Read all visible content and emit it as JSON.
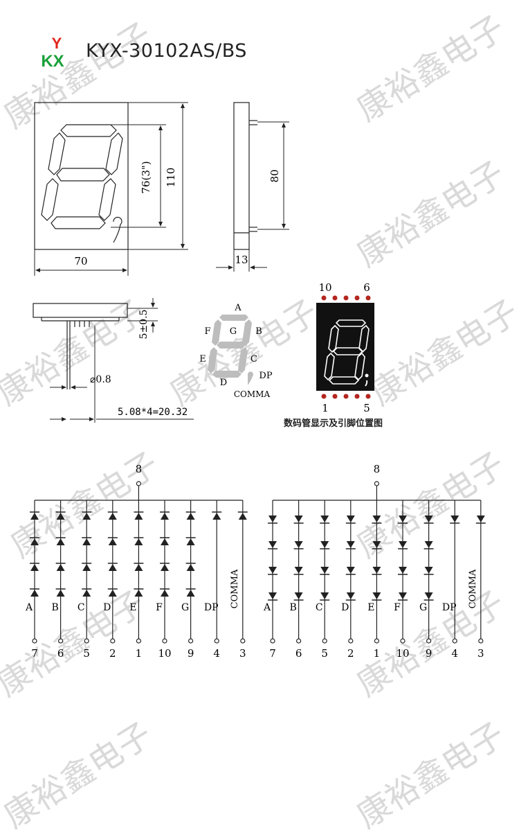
{
  "logo": {
    "top_letter": "Y",
    "bottom_letters": "KX",
    "colors": [
      "#e2261c",
      "#1aa03a",
      "#2f4cc8"
    ]
  },
  "title": "KYX-30102AS/BS",
  "watermark": "康裕鑫电子",
  "dimensions": {
    "width": "70",
    "height": "110",
    "digit_height": "76(3\")",
    "side_height": "80",
    "depth": "13",
    "pin_length": "5±0.5",
    "pin_diameter": "⌀0.8",
    "pin_pitch": "5.08*4=20.32"
  },
  "segments": {
    "a": "A",
    "b": "B",
    "c": "C",
    "d": "D",
    "e": "E",
    "f": "F",
    "g": "G",
    "dp": "DP",
    "comma": "COMMA"
  },
  "pinout": {
    "top_left": "10",
    "top_right": "6",
    "bottom_left": "1",
    "bottom_right": "5",
    "caption": "数码管显示及引脚位置图"
  },
  "schematic": {
    "common_pin": "8",
    "columns": [
      {
        "segment": "A",
        "pin": "7"
      },
      {
        "segment": "B",
        "pin": "6"
      },
      {
        "segment": "C",
        "pin": "5"
      },
      {
        "segment": "D",
        "pin": "2"
      },
      {
        "segment": "E",
        "pin": "1"
      },
      {
        "segment": "F",
        "pin": "10"
      },
      {
        "segment": "G",
        "pin": "9"
      },
      {
        "segment": "DP",
        "pin": "4"
      },
      {
        "segment": "COMMA",
        "pin": "3"
      }
    ]
  },
  "colors": {
    "line": "#222222",
    "pin_dot": "#b3261e",
    "display_bg": "#111111",
    "ghost": "#bdbdbd",
    "watermark": "#d9d9d9"
  }
}
